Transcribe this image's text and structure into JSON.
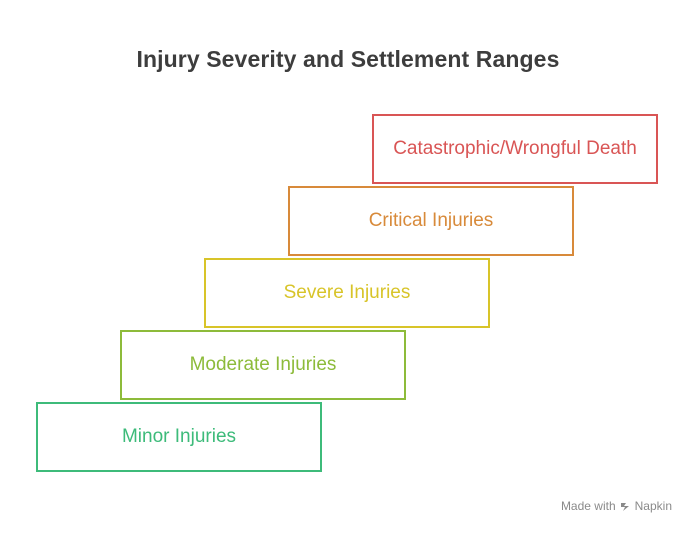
{
  "title": "Injury Severity and Settlement Ranges",
  "steps": [
    {
      "label": "Minor Injuries",
      "color": "#3dbb7a"
    },
    {
      "label": "Moderate Injuries",
      "color": "#8dbb3a"
    },
    {
      "label": "Severe Injuries",
      "color": "#d8c429"
    },
    {
      "label": "Critical Injuries",
      "color": "#d88a3a"
    },
    {
      "label": "Catastrophic/Wrongful Death",
      "color": "#d95555"
    }
  ],
  "watermark": {
    "made_with": "Made with",
    "brand": "Napkin",
    "icon": "napkin-logo-icon"
  }
}
